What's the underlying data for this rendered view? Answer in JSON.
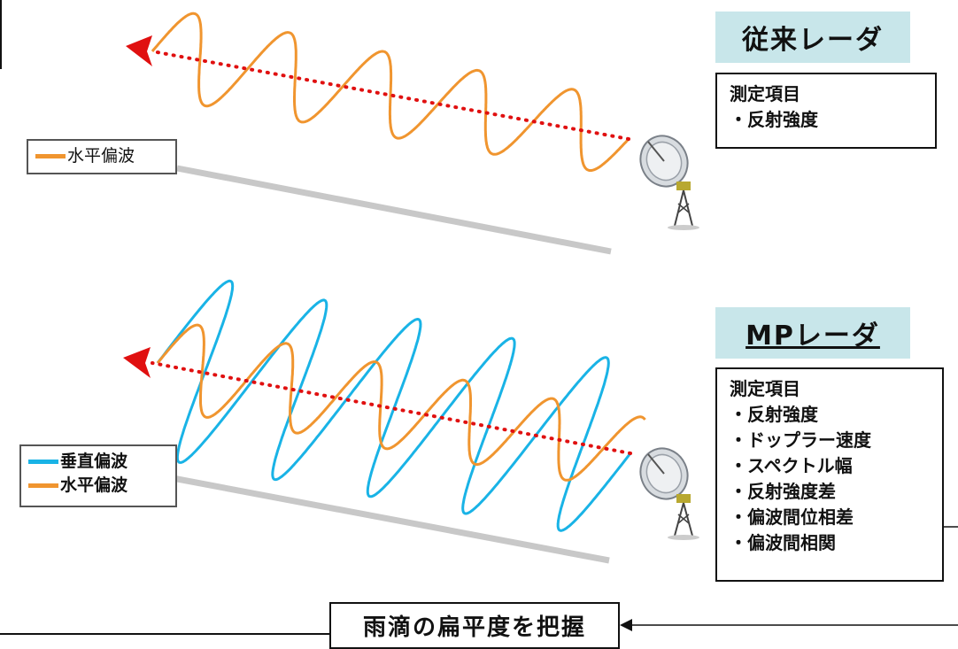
{
  "top": {
    "title": "従来レーダ",
    "info_heading": "測定項目",
    "items": [
      "反射強度"
    ],
    "legend": [
      {
        "label": "水平偏波",
        "color": "#f0952f"
      }
    ]
  },
  "bottom": {
    "title": "MPレーダ",
    "info_heading": "測定項目",
    "items": [
      "反射強度",
      "ドップラー速度",
      "スペクトル幅",
      "反射強度差",
      "偏波間位相差",
      "偏波間相関"
    ],
    "legend": [
      {
        "label": "垂直偏波",
        "color": "#19b3e6"
      },
      {
        "label": "水平偏波",
        "color": "#f0952f"
      }
    ]
  },
  "conclusion": "雨滴の扁平度を把握",
  "colors": {
    "horizontal": "#f0952f",
    "vertical": "#19b3e6",
    "beam": "#e01010",
    "ground": "#c8c8c8",
    "title_bg": "#c8e6ea"
  }
}
